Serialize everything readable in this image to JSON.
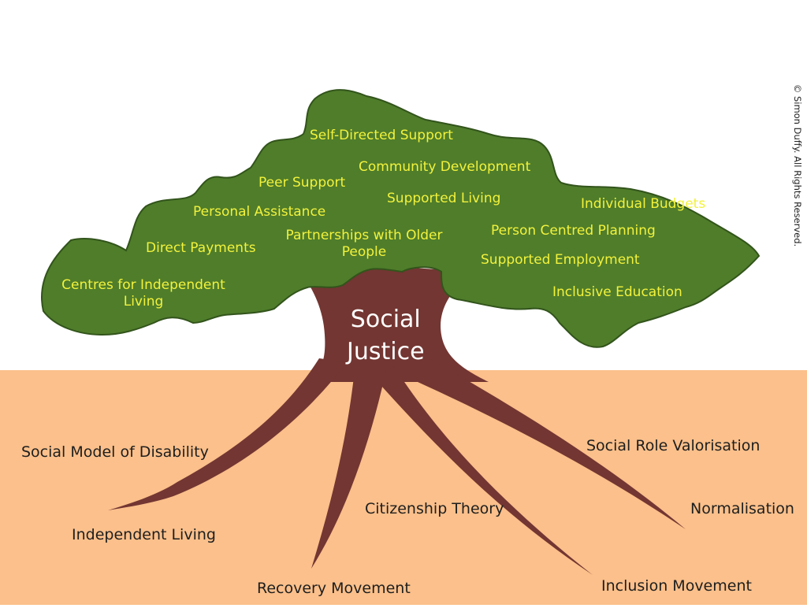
{
  "colors": {
    "sky": "#ffffff",
    "ground": "#fbc08b",
    "canopy": "#4f7d2a",
    "canopy_outline": "#32541b",
    "trunk": "#733632",
    "canopy_text": "#f2f23c",
    "trunk_text": "#ffffff",
    "root_text": "#1e1e1e"
  },
  "trunk": {
    "title_line1": "Social",
    "title_line2": "Justice"
  },
  "canopy_items": [
    "Self-Directed Support",
    "Community Development",
    "Peer Support",
    "Supported Living",
    "Personal Assistance",
    "Individual Budgets",
    "Person Centred Planning",
    "Direct Payments",
    "Partnerships with Older People",
    "Supported Employment",
    "Centres for Independent Living",
    "Inclusive Education"
  ],
  "canopy_multiline": {
    "partnerships_line1": "Partnerships with Older",
    "partnerships_line2": "People",
    "centres_line1": "Centres for Independent",
    "centres_line2": "Living"
  },
  "roots": [
    "Social Model of Disability",
    "Independent Living",
    "Recovery Movement",
    "Citizenship Theory",
    "Inclusion Movement",
    "Normalisation",
    "Social Role Valorisation"
  ],
  "copyright": "© Simon Duffy. All Rights Reserved."
}
